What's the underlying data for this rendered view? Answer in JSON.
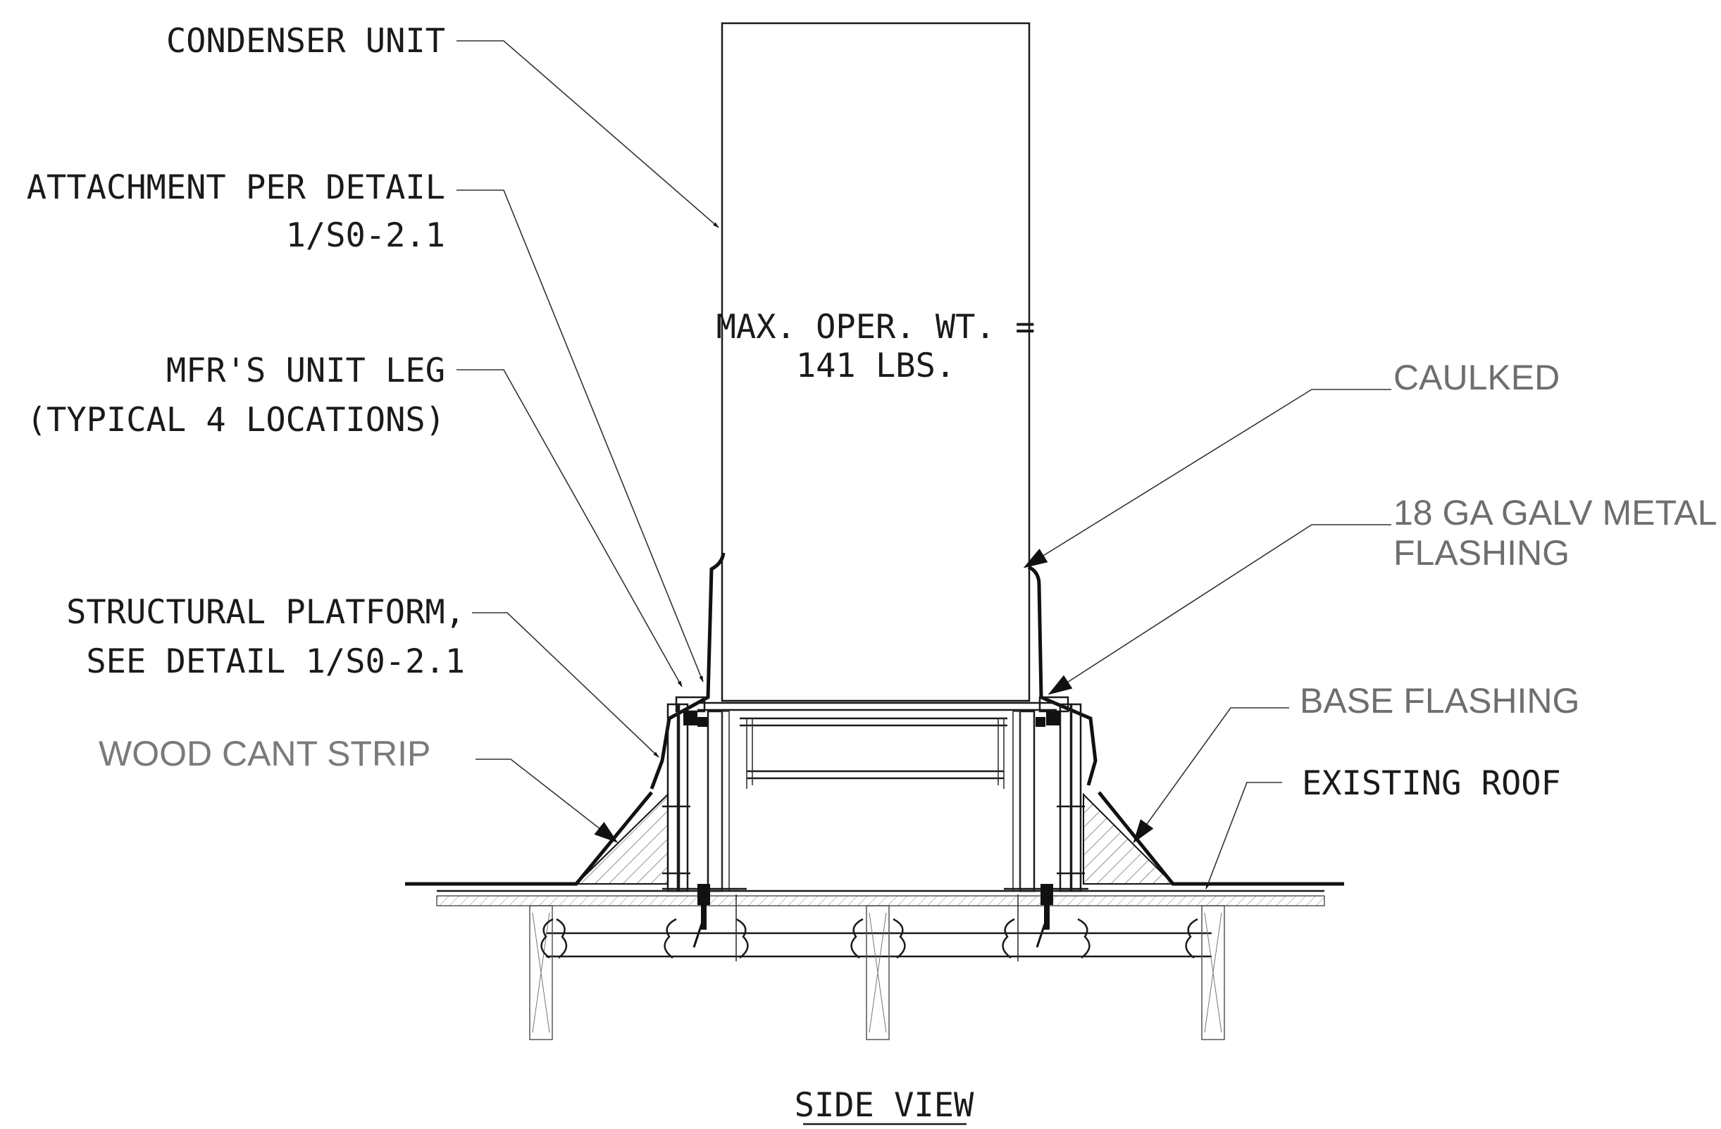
{
  "labels": {
    "condenser_unit": "CONDENSER UNIT",
    "attachment_line1": "ATTACHMENT PER DETAIL",
    "attachment_line2": "1/S0-2.1",
    "unit_leg_line1": "MFR'S UNIT LEG",
    "unit_leg_line2": "(TYPICAL 4 LOCATIONS)",
    "platform_line1": "STRUCTURAL PLATFORM,",
    "platform_line2": "SEE DETAIL 1/S0-2.1",
    "wood_cant_strip": "WOOD CANT STRIP",
    "max_weight_line1": "MAX. OPER. WT. =",
    "max_weight_line2": "141 LBS.",
    "caulked": "CAULKED",
    "flashing_line1": "18 GA GALV METAL",
    "flashing_line2": "FLASHING",
    "base_flashing": "BASE FLASHING",
    "existing_roof": "EXISTING ROOF",
    "view_title": "SIDE VIEW"
  },
  "colors": {
    "line": "#1a1a1a",
    "gray_text": "#7a7a7a",
    "background": "#ffffff"
  }
}
